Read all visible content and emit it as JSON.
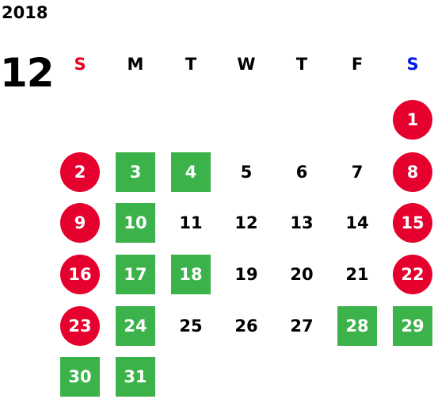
{
  "calendar": {
    "year": "2018",
    "month": "12",
    "weekdays": [
      "S",
      "M",
      "T",
      "W",
      "T",
      "F",
      "S"
    ],
    "colors": {
      "sunday_header": "#e8001f",
      "saturday_header": "#0018e8",
      "weekday_header": "#000000",
      "holiday_circle": "#e5002d",
      "highlight_box": "#3cb34a",
      "text_dark": "#000000",
      "text_light": "#ffffff"
    },
    "weeks": [
      [
        null,
        null,
        null,
        null,
        null,
        null,
        {
          "label": "1",
          "style": "holiday"
        }
      ],
      [
        null,
        {
          "label": "2",
          "style": "holiday"
        },
        {
          "label": "3",
          "style": "highlight"
        },
        {
          "label": "4",
          "style": "highlight"
        },
        {
          "label": "5",
          "style": "normal"
        },
        {
          "label": "6",
          "style": "normal"
        },
        {
          "label": "7",
          "style": "normal"
        },
        {
          "label": "8",
          "style": "holiday"
        }
      ],
      [
        null,
        {
          "label": "9",
          "style": "holiday"
        },
        {
          "label": "10",
          "style": "highlight"
        },
        {
          "label": "11",
          "style": "normal"
        },
        {
          "label": "12",
          "style": "normal"
        },
        {
          "label": "13",
          "style": "normal"
        },
        {
          "label": "14",
          "style": "normal"
        },
        {
          "label": "15",
          "style": "holiday"
        }
      ],
      [
        null,
        {
          "label": "16",
          "style": "holiday"
        },
        {
          "label": "17",
          "style": "highlight"
        },
        {
          "label": "18",
          "style": "highlight"
        },
        {
          "label": "19",
          "style": "normal"
        },
        {
          "label": "20",
          "style": "normal"
        },
        {
          "label": "21",
          "style": "normal"
        },
        {
          "label": "22",
          "style": "holiday"
        }
      ],
      [
        null,
        {
          "label": "23",
          "style": "holiday"
        },
        {
          "label": "24",
          "style": "highlight"
        },
        {
          "label": "25",
          "style": "normal"
        },
        {
          "label": "26",
          "style": "normal"
        },
        {
          "label": "27",
          "style": "normal"
        },
        {
          "label": "28",
          "style": "highlight"
        },
        {
          "label": "29",
          "style": "highlight"
        }
      ],
      [
        null,
        {
          "label": "30",
          "style": "highlight"
        },
        {
          "label": "31",
          "style": "highlight"
        },
        null,
        null,
        null,
        null,
        null
      ]
    ]
  }
}
